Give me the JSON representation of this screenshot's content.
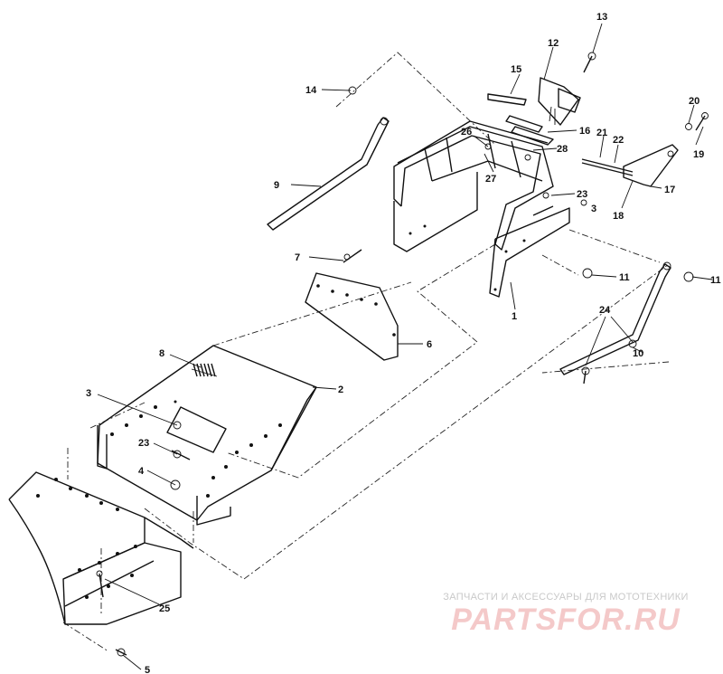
{
  "callouts": {
    "c1": "1",
    "c2": "2",
    "c3a": "3",
    "c3b": "3",
    "c4": "4",
    "c5": "5",
    "c6": "6",
    "c7": "7",
    "c8": "8",
    "c9": "9",
    "c10": "10",
    "c11a": "11",
    "c11b": "11",
    "c12": "12",
    "c13": "13",
    "c14": "14",
    "c15": "15",
    "c16": "16",
    "c17": "17",
    "c18": "18",
    "c19": "19",
    "c20": "20",
    "c21": "21",
    "c22": "22",
    "c23a": "23",
    "c23b": "23",
    "c24": "24",
    "c25": "25",
    "c26": "26",
    "c27": "27",
    "c28": "28"
  },
  "watermark": {
    "subtitle": "ЗАПЧАСТИ И АКСЕССУАРЫ ДЛЯ МОТОТЕХНИКИ",
    "brand": "PARTSFOR.RU"
  }
}
